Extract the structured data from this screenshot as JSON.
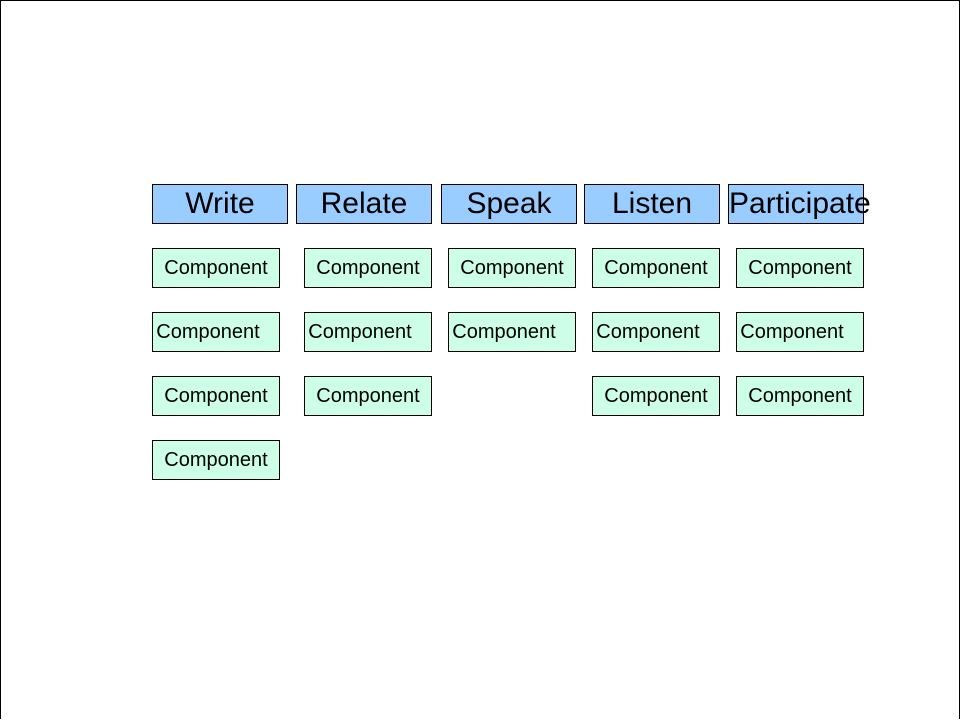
{
  "headers": [
    "Write",
    "Relate",
    "Speak",
    "Listen",
    "Participate"
  ],
  "columns": [
    {
      "header": "Write",
      "components": [
        "Component",
        "Component",
        "Component",
        "Component"
      ]
    },
    {
      "header": "Relate",
      "components": [
        "Component",
        "Component",
        "Component"
      ]
    },
    {
      "header": "Speak",
      "components": [
        "Component",
        "Component"
      ]
    },
    {
      "header": "Listen",
      "components": [
        "Component",
        "Component",
        "Component"
      ]
    },
    {
      "header": "Participate",
      "components": [
        "Component",
        "Component",
        "Component"
      ]
    }
  ],
  "colors": {
    "header_fill": "#99ccff",
    "component_fill": "#ccffe6",
    "border": "#000000"
  }
}
